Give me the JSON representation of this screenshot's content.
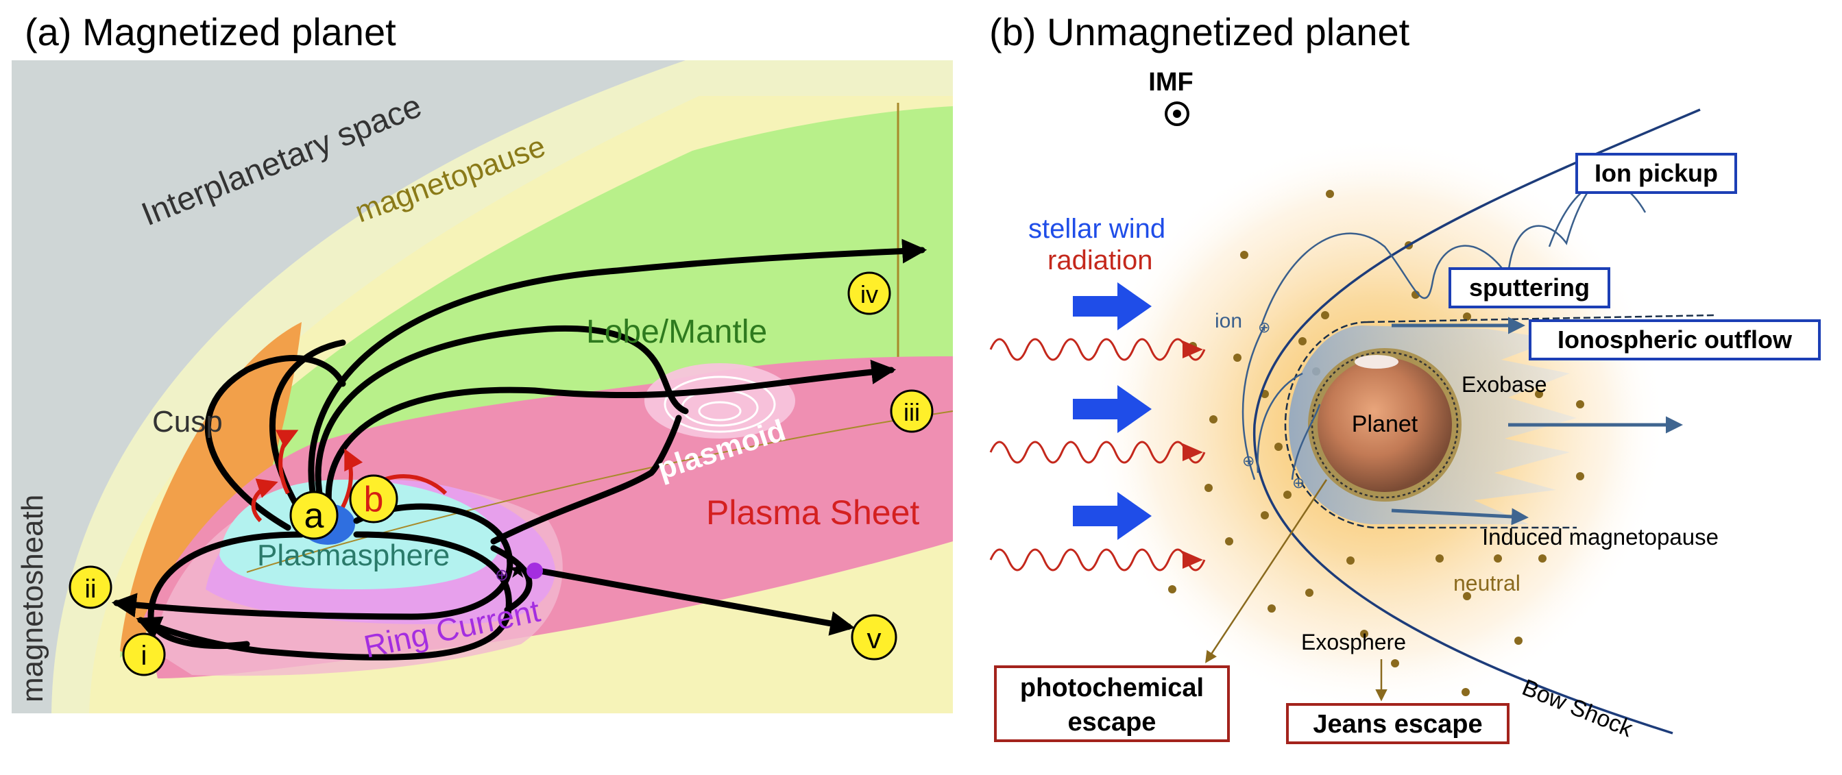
{
  "panel_a": {
    "title": "(a) Magnetized planet",
    "labels": {
      "interplanetary": "Interplanetary space",
      "magnetopause": "magnetopause",
      "lobe": "Lobe/Mantle",
      "cusp": "Cusp",
      "plasmoid": "plasmoid",
      "plasma_sheet": "Plasma Sheet",
      "plasmasphere": "Plasmasphere",
      "ring_current": "Ring Current",
      "magnetosheath": "magnetosheath"
    },
    "markers": {
      "a": "a",
      "b": "b",
      "i": "i",
      "ii": "ii",
      "iii": "iii",
      "iv": "iv",
      "v": "v"
    },
    "colors": {
      "sheath": "#cfd6d6",
      "magnetopause_band": "#f6f3b8",
      "outer_band": "#f0f2c8",
      "lobe": "#b8f08a",
      "cusp": "#f2a04a",
      "plasma_sheet": "#ef8fb2",
      "plasmasphere": "#b3f2ef",
      "ring_current": "#e7a0ec",
      "marker_fill": "#ffef2a"
    }
  },
  "panel_b": {
    "title": "(b) Unmagnetized planet",
    "labels": {
      "imf": "IMF",
      "stellar_wind": "stellar wind",
      "radiation": "radiation",
      "ion": "ion",
      "exobase": "Exobase",
      "planet": "Planet",
      "induced_mp": "Induced magnetopause",
      "neutral": "neutral",
      "exosphere": "Exosphere",
      "bow_shock": "Bow Shock"
    },
    "boxes": {
      "ion_pickup": "Ion pickup",
      "sputtering": "sputtering",
      "ionospheric": "Ionospheric outflow",
      "photochemical_1": "photochemical",
      "photochemical_2": "escape",
      "jeans": "Jeans escape"
    },
    "colors": {
      "box_blue": "#1c3fb5",
      "box_red": "#a3231c",
      "stellar_wind": "#1f4de8",
      "radiation": "#c4281c",
      "neutral": "#8a6a1e",
      "shock": "#1d3c7a"
    }
  }
}
